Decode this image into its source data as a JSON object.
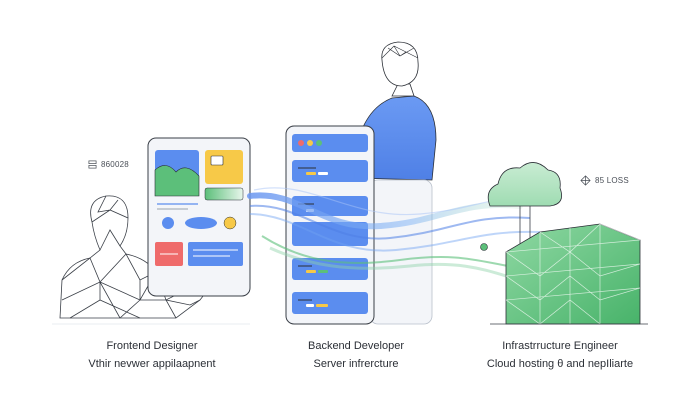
{
  "tags": {
    "left": "860028",
    "right": "85 LOSS"
  },
  "roles": [
    {
      "title": "Frontend Designer",
      "subtitle": "Vthir nevwer appilaapnent"
    },
    {
      "title": "Backend Developer",
      "subtitle": "Server infrercture"
    },
    {
      "title": "Infrastrructure Engineer",
      "subtitle": "Cloud hosting θ and nepIliarte"
    }
  ],
  "icons": {
    "left_tag": "server-rack-icon",
    "right_tag": "diamond-network-icon"
  },
  "colors": {
    "blue": "#5b8def",
    "green": "#5cbf7a",
    "yellow": "#f7c948",
    "red": "#ef6b6b",
    "ink": "#2b2f36",
    "panel": "#f3f5f9"
  }
}
